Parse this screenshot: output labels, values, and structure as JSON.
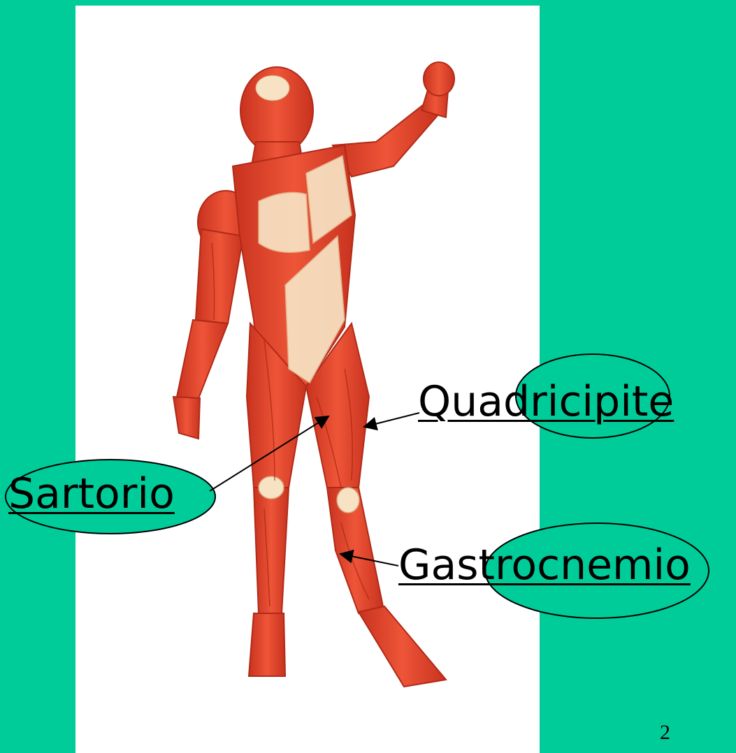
{
  "slide": {
    "background_color": "#00CC99",
    "panel_color": "#FFFFFF",
    "page_number": "2"
  },
  "figure": {
    "icon": "human-muscular-system-illustration",
    "muscle_color": "#E8432A",
    "tendon_color": "#F7E3C4"
  },
  "labels": {
    "quadricipite": "Quadricipite",
    "sartorio": "Sartorio",
    "gastrocnemio": "Gastrocnemio"
  },
  "highlight_color": "#00CC99",
  "arrow_color": "#000000"
}
